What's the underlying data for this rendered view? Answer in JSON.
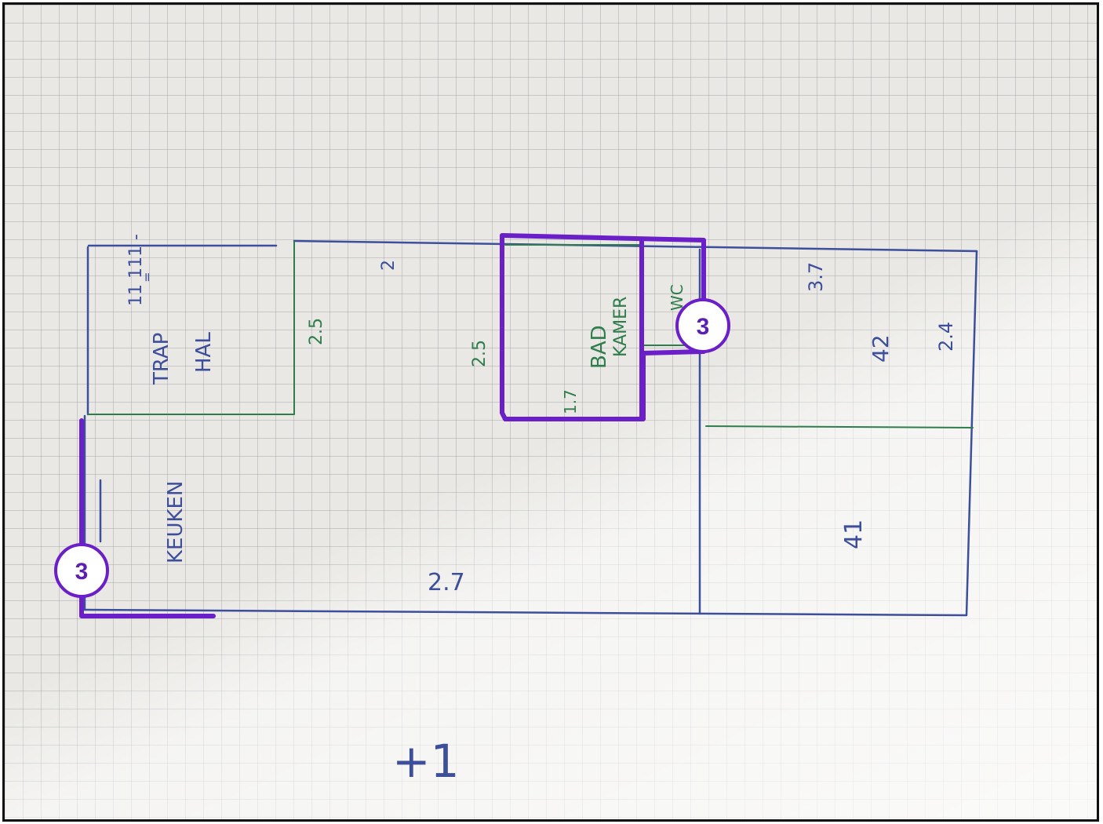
{
  "rooms": {
    "trap_hal": {
      "label_line1": "TRAP",
      "label_line2": "HAL",
      "stairs_marks": "11 111 -",
      "stairs_marks_2": "="
    },
    "keuken": {
      "label": "KEUKEN"
    },
    "badkamer": {
      "label_line1": "BAD",
      "label_line2": "KAMER",
      "dimension": "1.7"
    },
    "wc": {
      "label": "WC"
    }
  },
  "dimensions": {
    "hall_width": "2.5",
    "corridor_top": "2",
    "corridor_mid": "2.5",
    "living": "2.7",
    "room_top_right": "3.7",
    "room_top_right_2": "2.4",
    "room_right_label": "42",
    "room_bottom_right_label": "41"
  },
  "floor_label": "+1",
  "badges": [
    {
      "label": "3"
    },
    {
      "label": "3"
    }
  ],
  "colors": {
    "blue_pen": "#3d4f9a",
    "green_pen": "#2f7d4c",
    "highlight_purple": "#6a1fc9",
    "paper": "#e9e8e4"
  }
}
